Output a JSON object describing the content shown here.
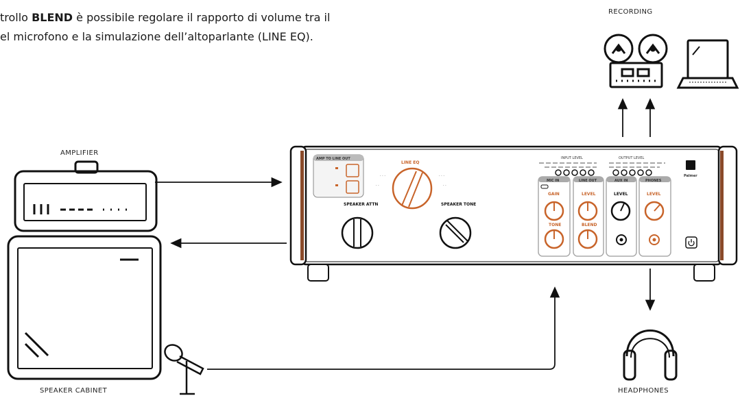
{
  "caption": {
    "line1_before": "trollo ",
    "line1_bold": "BLEND",
    "line1_after": " è possibile regolare il rapporto di volume tra il",
    "line2": "el microfono e la  simulazione dell’altoparlante (LINE EQ)."
  },
  "labels": {
    "recording": "RECORDING",
    "amplifier": "AMPLIFIER",
    "speaker_cabinet": "SPEAKER CABINET",
    "headphones": "HEADPHONES"
  },
  "device": {
    "amp_to_line_out": "AMP TO LINE OUT",
    "line_eq": "LINE EQ",
    "speaker_attn": "SPEAKER ATTN",
    "speaker_tone": "SPEAKER TONE",
    "input_level": "INPUT LEVEL",
    "output_level": "OUTPUT LEVEL",
    "mic_in": "MIC IN",
    "line_out": "LINE OUT",
    "aux_in": "AUX IN",
    "phones": "PHONES",
    "gain": "GAIN",
    "tone": "TONE",
    "level": "LEVEL",
    "blend": "BLEND",
    "brand": "Palmer"
  },
  "colors": {
    "accent": "#c8642a",
    "line": "#111111",
    "wood": "#8a4a2a"
  }
}
